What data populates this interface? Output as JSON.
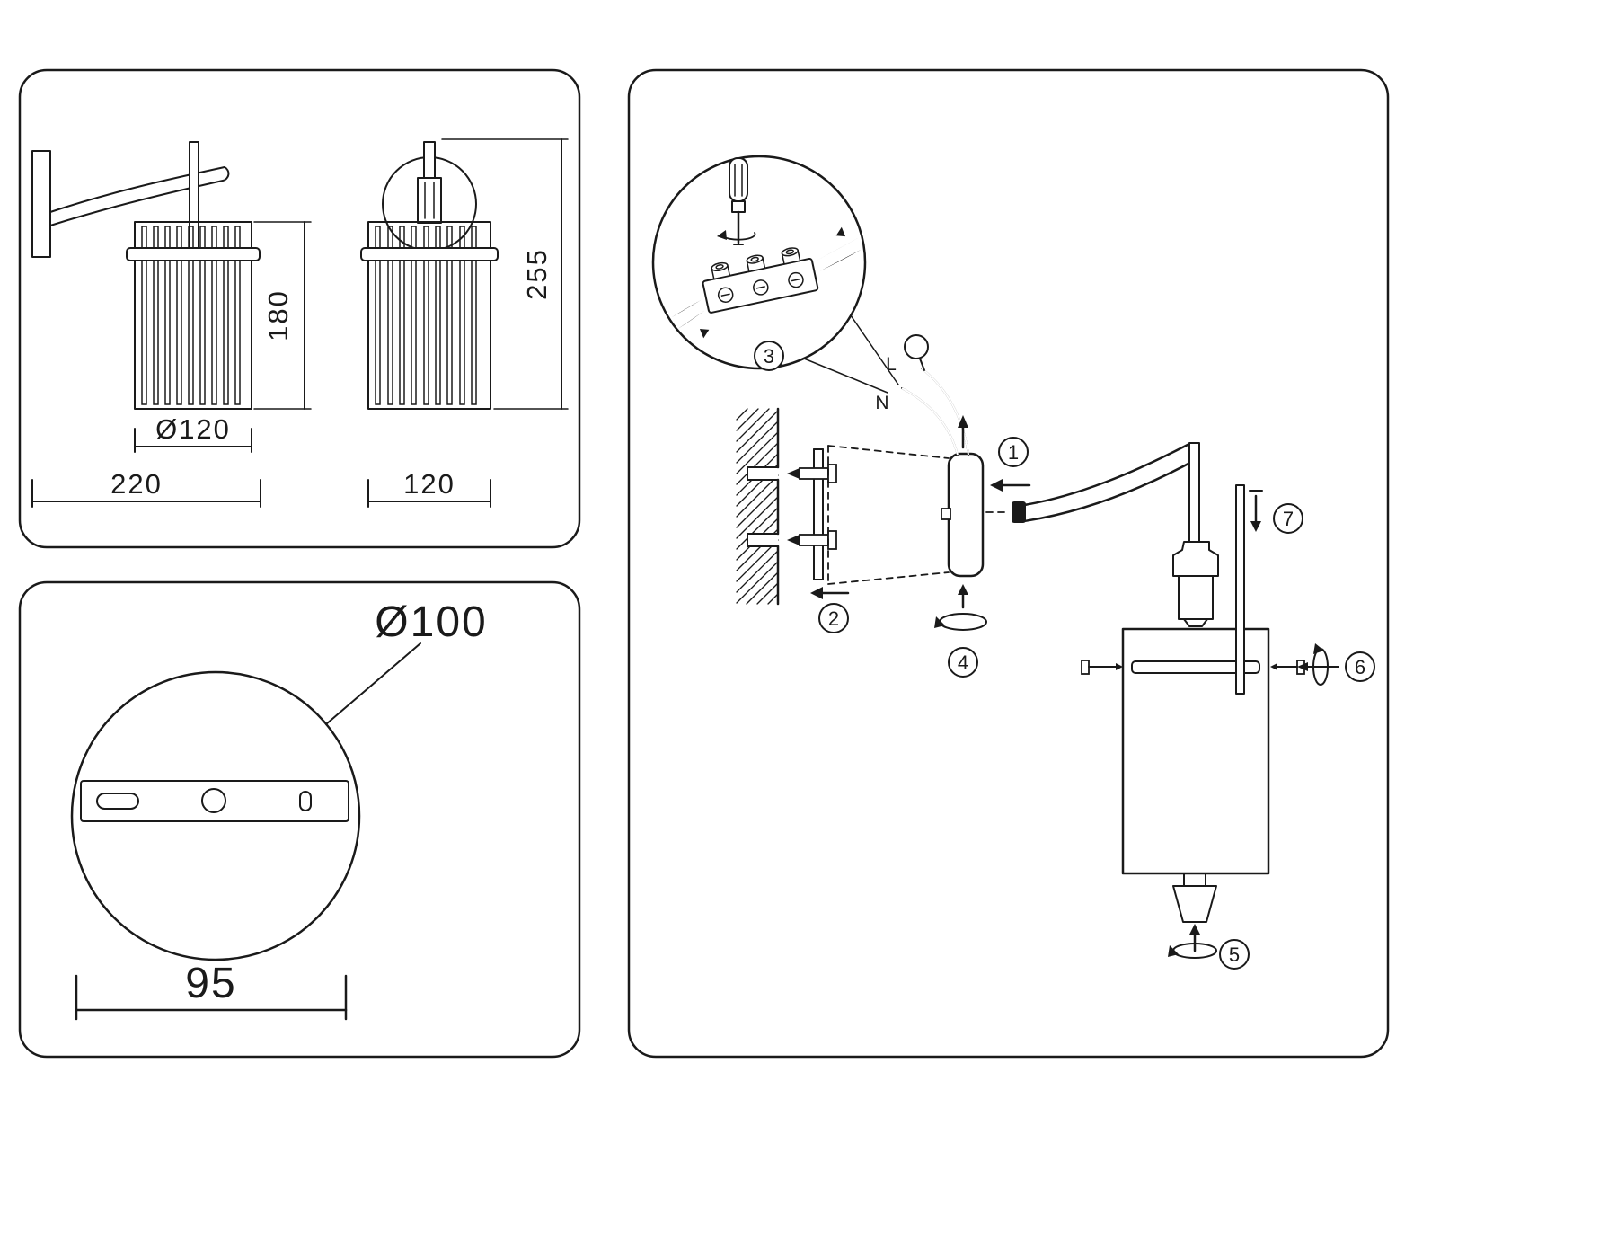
{
  "colors": {
    "ink": "#1a1a1a",
    "paper": "#ffffff"
  },
  "spec_views": {
    "side": {
      "shade_height": "180",
      "shade_diameter": "Ø120",
      "overall_depth": "220"
    },
    "front": {
      "overall_height": "255",
      "overall_width": "120"
    }
  },
  "mounting_plate": {
    "diameter": "Ø100",
    "hole_spacing": "95"
  },
  "installation": {
    "wire_labels": {
      "neutral": "N",
      "live": "L"
    },
    "steps": [
      "1",
      "2",
      "3",
      "4",
      "5",
      "6",
      "7"
    ]
  }
}
